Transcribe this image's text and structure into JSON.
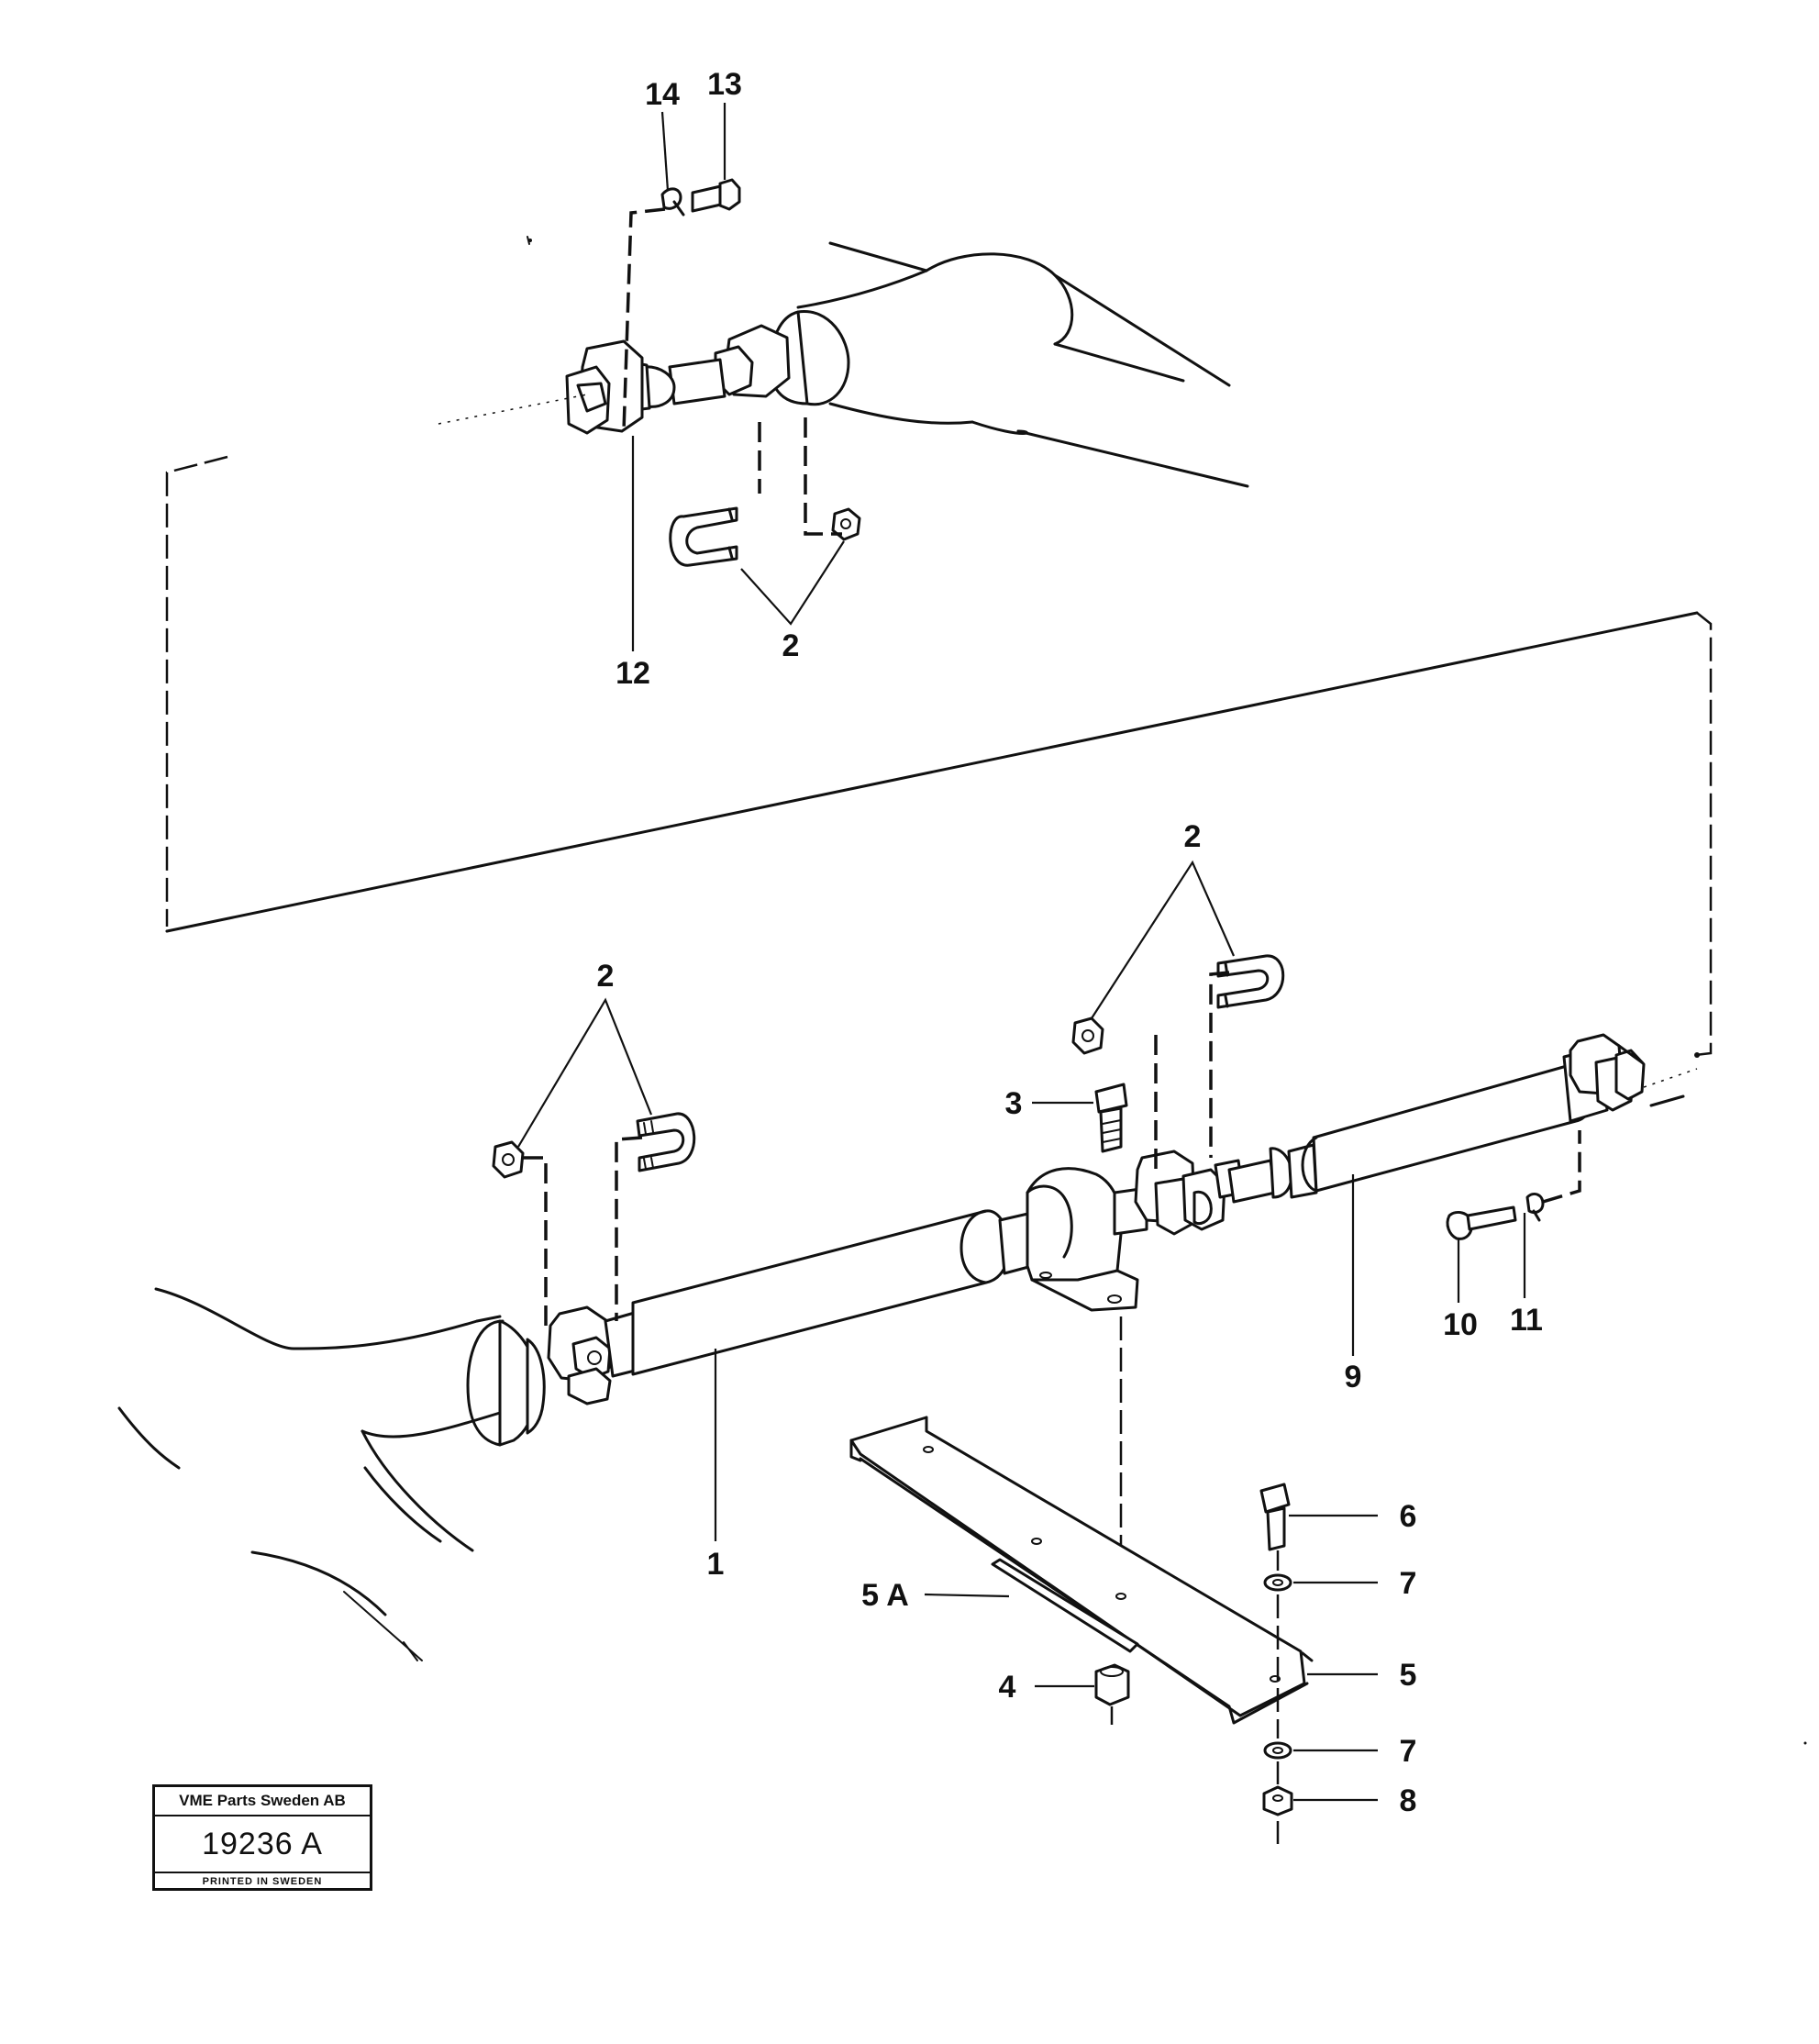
{
  "labels": {
    "part_1": "1",
    "part_2_top": "2",
    "part_2_middle": "2",
    "part_2_left": "2",
    "part_3": "3",
    "part_4": "4",
    "part_5": "5",
    "part_5a": "5 A",
    "part_6": "6",
    "part_7_upper": "7",
    "part_7_lower": "7",
    "part_8": "8",
    "part_9": "9",
    "part_10": "10",
    "part_11": "11",
    "part_12": "12",
    "part_13": "13",
    "part_14": "14"
  },
  "stamp": {
    "company": "VME Parts Sweden AB",
    "number": "19236 A",
    "printed": "PRINTED IN SWEDEN"
  }
}
